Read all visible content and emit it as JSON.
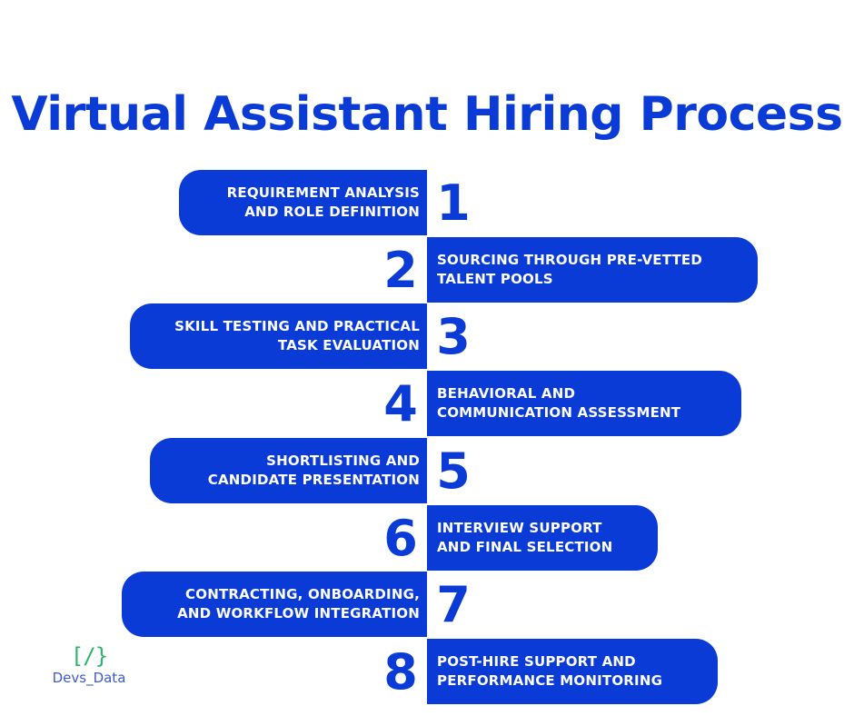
{
  "title": "Virtual Assistant Hiring Process",
  "colors": {
    "accent": "#0B3BD6",
    "background": "#FFFFFF",
    "text_on_accent": "#FFFFFF",
    "logo_mark": "#2DB36B",
    "logo_text": "#3B5BC9"
  },
  "steps": [
    {
      "number": "1",
      "label": "REQUIREMENT ANALYSIS\nAND ROLE DEFINITION",
      "side": "left"
    },
    {
      "number": "2",
      "label": "SOURCING THROUGH PRE-VETTED\nTALENT POOLS",
      "side": "right"
    },
    {
      "number": "3",
      "label": "SKILL TESTING AND PRACTICAL\nTASK EVALUATION",
      "side": "left"
    },
    {
      "number": "4",
      "label": "BEHAVIORAL AND\nCOMMUNICATION ASSESSMENT",
      "side": "right"
    },
    {
      "number": "5",
      "label": "SHORTLISTING AND\nCANDIDATE PRESENTATION",
      "side": "left"
    },
    {
      "number": "6",
      "label": "INTERVIEW SUPPORT\nAND FINAL SELECTION",
      "side": "right"
    },
    {
      "number": "7",
      "label": "CONTRACTING, ONBOARDING,\nAND WORKFLOW INTEGRATION",
      "side": "left"
    },
    {
      "number": "8",
      "label": "POST-HIRE SUPPORT AND\nPERFORMANCE MONITORING",
      "side": "right"
    }
  ],
  "logo": {
    "mark": "[/}",
    "name": "Devs_Data",
    "icon": "code-bracket-icon"
  }
}
